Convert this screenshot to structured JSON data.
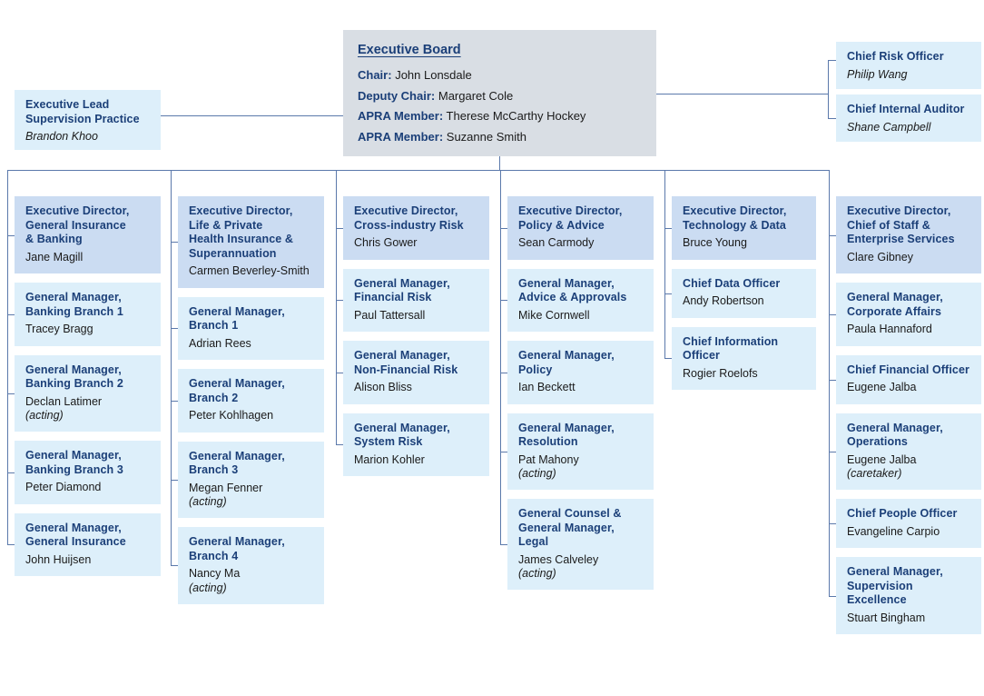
{
  "board": {
    "title": "Executive Board",
    "rows": [
      {
        "label": "Chair:",
        "name": "John Lonsdale"
      },
      {
        "label": "Deputy Chair:",
        "name": "Margaret Cole"
      },
      {
        "label": "APRA Member:",
        "name": "Therese McCarthy Hockey"
      },
      {
        "label": "APRA Member:",
        "name": "Suzanne Smith"
      }
    ]
  },
  "left_box": {
    "title": "Executive Lead\nSupervision Practice",
    "title_l1": "Executive Lead",
    "title_l2": "Supervision Practice",
    "person": "Brandon Khoo",
    "italic": true
  },
  "right_boxes": [
    {
      "title": "Chief Risk Officer",
      "person": "Philip Wang",
      "italic": true
    },
    {
      "title": "Chief Internal Auditor",
      "person": "Shane Campbell",
      "italic": true
    }
  ],
  "columns": [
    {
      "head": {
        "title_lines": [
          "Executive Director,",
          "General Insurance",
          "& Banking"
        ],
        "person": "Jane Magill"
      },
      "items": [
        {
          "title_lines": [
            "General Manager,",
            "Banking Branch 1"
          ],
          "person": "Tracey Bragg",
          "note": ""
        },
        {
          "title_lines": [
            "General Manager,",
            "Banking Branch 2"
          ],
          "person": "Declan Latimer",
          "note": "(acting)"
        },
        {
          "title_lines": [
            "General Manager,",
            "Banking Branch 3"
          ],
          "person": "Peter Diamond",
          "note": ""
        },
        {
          "title_lines": [
            "General Manager,",
            "General Insurance"
          ],
          "person": "John Huijsen",
          "note": ""
        }
      ]
    },
    {
      "head": {
        "title_lines": [
          "Executive Director,",
          "Life & Private",
          "Health Insurance &",
          "Superannuation"
        ],
        "person": "Carmen Beverley-Smith"
      },
      "items": [
        {
          "title_lines": [
            "General Manager,",
            "Branch 1"
          ],
          "person": "Adrian Rees",
          "note": ""
        },
        {
          "title_lines": [
            "General Manager,",
            "Branch 2"
          ],
          "person": "Peter Kohlhagen",
          "note": ""
        },
        {
          "title_lines": [
            "General Manager,",
            "Branch 3"
          ],
          "person": "Megan Fenner",
          "note": "(acting)"
        },
        {
          "title_lines": [
            "General Manager,",
            "Branch 4"
          ],
          "person": "Nancy Ma",
          "note": "(acting)"
        }
      ]
    },
    {
      "head": {
        "title_lines": [
          "Executive Director,",
          "Cross-industry Risk"
        ],
        "person": "Chris Gower"
      },
      "items": [
        {
          "title_lines": [
            "General Manager,",
            "Financial Risk"
          ],
          "person": "Paul Tattersall",
          "note": ""
        },
        {
          "title_lines": [
            "General Manager,",
            "Non-Financial Risk"
          ],
          "person": "Alison Bliss",
          "note": ""
        },
        {
          "title_lines": [
            "General Manager,",
            "System Risk"
          ],
          "person": "Marion Kohler",
          "note": ""
        }
      ]
    },
    {
      "head": {
        "title_lines": [
          "Executive Director,",
          "Policy & Advice"
        ],
        "person": "Sean Carmody"
      },
      "items": [
        {
          "title_lines": [
            "General Manager,",
            "Advice & Approvals"
          ],
          "person": "Mike Cornwell",
          "note": ""
        },
        {
          "title_lines": [
            "General Manager,",
            "Policy"
          ],
          "person": "Ian Beckett",
          "note": ""
        },
        {
          "title_lines": [
            "General Manager,",
            "Resolution"
          ],
          "person": "Pat Mahony",
          "note": "(acting)"
        },
        {
          "title_lines": [
            "General Counsel &",
            "General Manager,",
            "Legal"
          ],
          "person": "James Calveley",
          "note": "(acting)"
        }
      ]
    },
    {
      "head": {
        "title_lines": [
          "Executive Director,",
          "Technology & Data"
        ],
        "person": "Bruce Young"
      },
      "items": [
        {
          "title_lines": [
            "Chief Data Officer"
          ],
          "person": "Andy Robertson",
          "note": ""
        },
        {
          "title_lines": [
            "Chief Information",
            "Officer"
          ],
          "person": "Rogier Roelofs",
          "note": ""
        }
      ]
    },
    {
      "head": {
        "title_lines": [
          "Executive Director,",
          "Chief of Staff &",
          "Enterprise Services"
        ],
        "person": "Clare Gibney"
      },
      "items": [
        {
          "title_lines": [
            "General Manager,",
            "Corporate Affairs"
          ],
          "person": "Paula Hannaford",
          "note": ""
        },
        {
          "title_lines": [
            "Chief Financial Officer"
          ],
          "person": "Eugene Jalba",
          "note": ""
        },
        {
          "title_lines": [
            "General Manager,",
            "Operations"
          ],
          "person": "Eugene Jalba",
          "note": "(caretaker)"
        },
        {
          "title_lines": [
            "Chief People Officer"
          ],
          "person": "Evangeline Carpio",
          "note": ""
        },
        {
          "title_lines": [
            "General Manager,",
            "Supervision",
            "Excellence"
          ],
          "person": "Stuart Bingham",
          "note": ""
        }
      ]
    }
  ],
  "colors": {
    "board_bg": "#d9dee4",
    "ed_bg": "#cbdcf2",
    "gm_bg": "#ddeffa",
    "title_text": "#1b3f78",
    "line": "#5b79ab",
    "page_bg": "#ffffff"
  }
}
